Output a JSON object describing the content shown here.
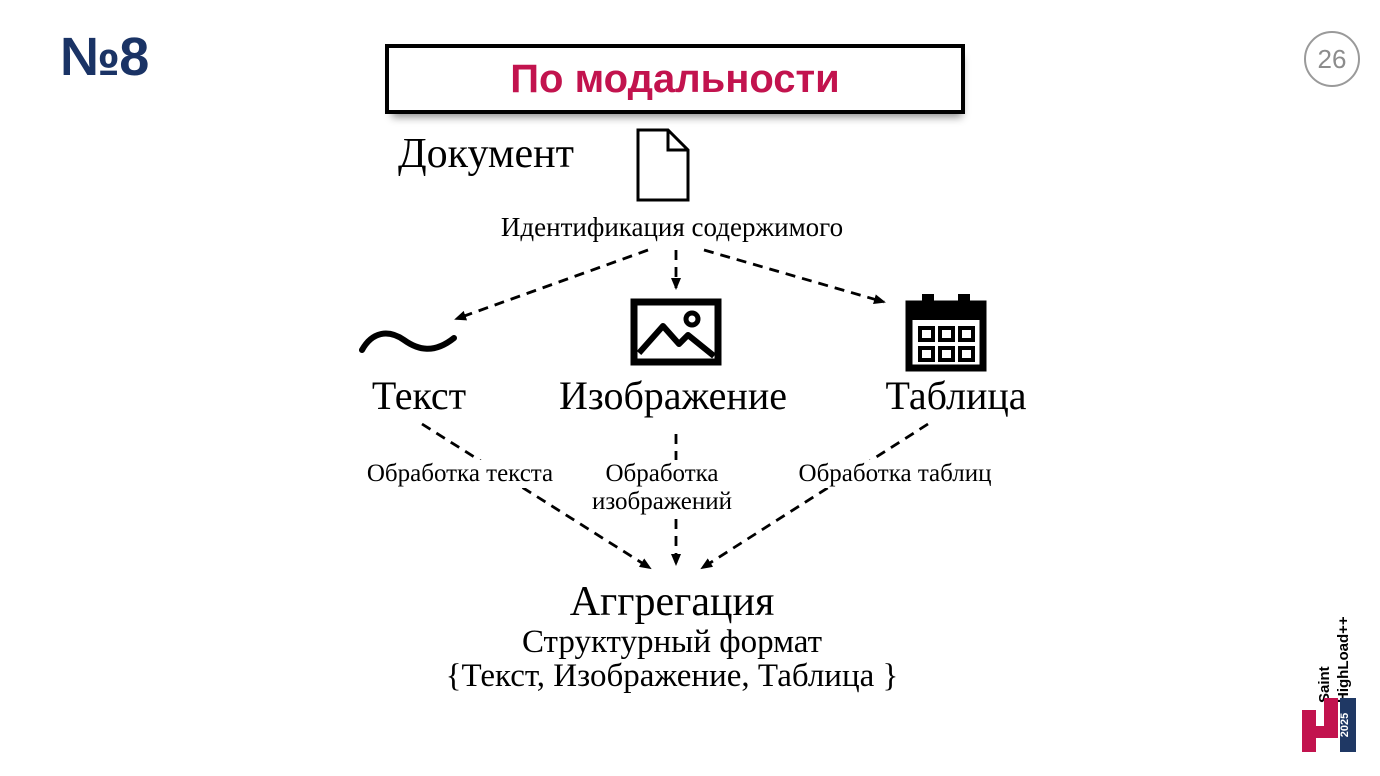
{
  "slide": {
    "number_label": "№8",
    "page_number": "26",
    "title": "По модальности"
  },
  "diagram": {
    "document_label": "Документ",
    "identification_label": "Идентификация содержимого",
    "branches": [
      {
        "label": "Текст",
        "icon": "wave-icon",
        "process_label": "Обработка текста"
      },
      {
        "label": "Изображение",
        "icon": "image-icon",
        "process_label": "Обработка изображений"
      },
      {
        "label": "Таблица",
        "icon": "table-icon",
        "process_label": "Обработка таблиц"
      }
    ],
    "aggregation": {
      "title": "Аггрегация",
      "line1": "Структурный формат",
      "line2": "{Текст, Изображение, Таблица }"
    }
  },
  "footer": {
    "brand_line1": "Saint",
    "brand_line2": "HighLoad++",
    "logo_year": "2025"
  },
  "colors": {
    "title_text": "#C2134E",
    "slide_number": "#1A3365",
    "page_badge": "#8C8C8C",
    "logo_pink": "#C2134E",
    "logo_navy": "#1F3864"
  }
}
